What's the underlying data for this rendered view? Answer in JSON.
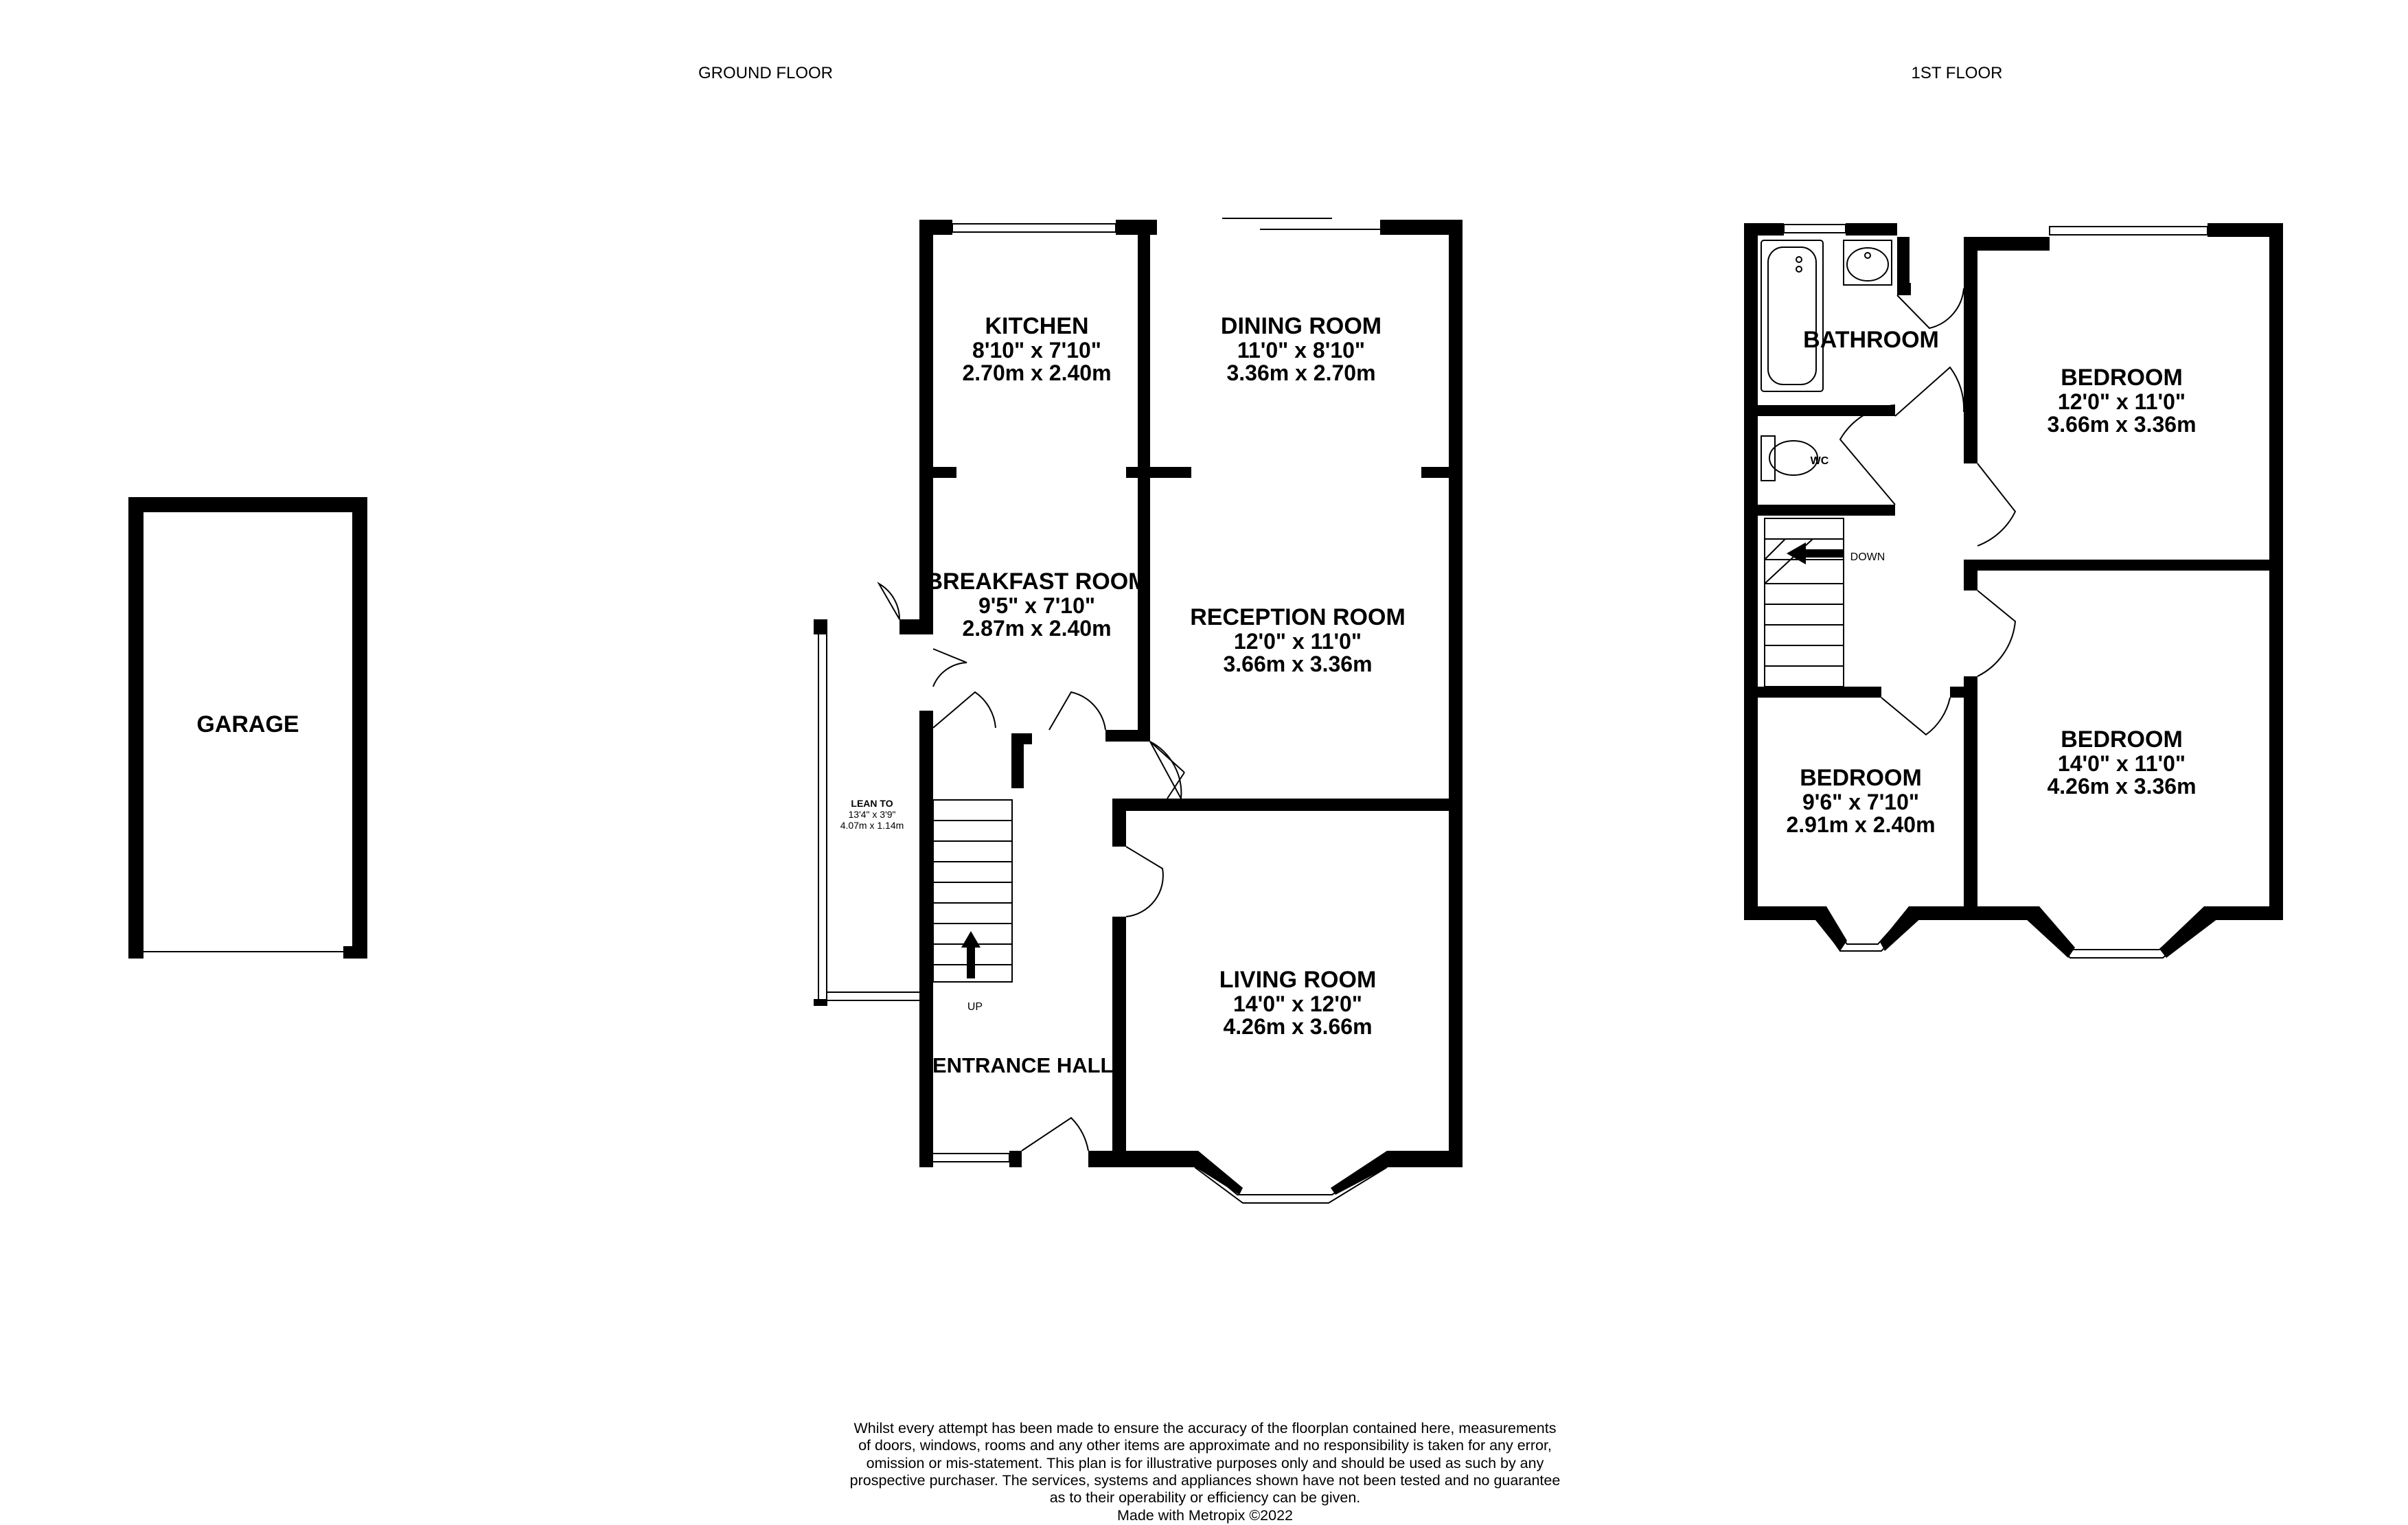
{
  "floors": {
    "ground": "GROUND FLOOR",
    "first": "1ST FLOOR"
  },
  "rooms": {
    "garage": {
      "name": "GARAGE"
    },
    "kitchen": {
      "name": "KITCHEN",
      "imperial": "8'10\"  x 7'10\"",
      "metric": "2.70m  x 2.40m"
    },
    "dining": {
      "name": "DINING ROOM",
      "imperial": "11'0\"  x 8'10\"",
      "metric": "3.36m  x 2.70m"
    },
    "breakfast": {
      "name": "BREAKFAST ROOM",
      "imperial": "9'5\"  x 7'10\"",
      "metric": "2.87m  x 2.40m"
    },
    "reception": {
      "name": "RECEPTION ROOM",
      "imperial": "12'0\"  x 11'0\"",
      "metric": "3.66m  x 3.36m"
    },
    "lean_to": {
      "name": "LEAN TO",
      "imperial": "13'4\"  x 3'9\"",
      "metric": "4.07m  x 1.14m"
    },
    "living": {
      "name": "LIVING ROOM",
      "imperial": "14'0\"  x 12'0\"",
      "metric": "4.26m  x 3.66m"
    },
    "entrance": {
      "name": "ENTRANCE HALL"
    },
    "bathroom": {
      "name": "BATHROOM"
    },
    "wc": {
      "name": "WC"
    },
    "bedroom1": {
      "name": "BEDROOM",
      "imperial": "12'0\"  x 11'0\"",
      "metric": "3.66m  x 3.36m"
    },
    "bedroom2": {
      "name": "BEDROOM",
      "imperial": "14'0\"  x 11'0\"",
      "metric": "4.26m  x 3.36m"
    },
    "bedroom3": {
      "name": "BEDROOM",
      "imperial": "9'6\"  x 7'10\"",
      "metric": "2.91m  x 2.40m"
    }
  },
  "stairs": {
    "up": "UP",
    "down": "DOWN"
  },
  "disclaimer": [
    "Whilst every attempt has been made to ensure the accuracy of the floorplan contained here, measurements",
    "of doors, windows, rooms and any other items are approximate and no responsibility is taken for any error,",
    "omission or mis-statement. This plan is for illustrative purposes only and should be used as such by any",
    "prospective purchaser. The services, systems and appliances shown have not been tested and no guarantee",
    "as to their operability or efficiency can be given.",
    "Made with Metropix ©2022"
  ]
}
